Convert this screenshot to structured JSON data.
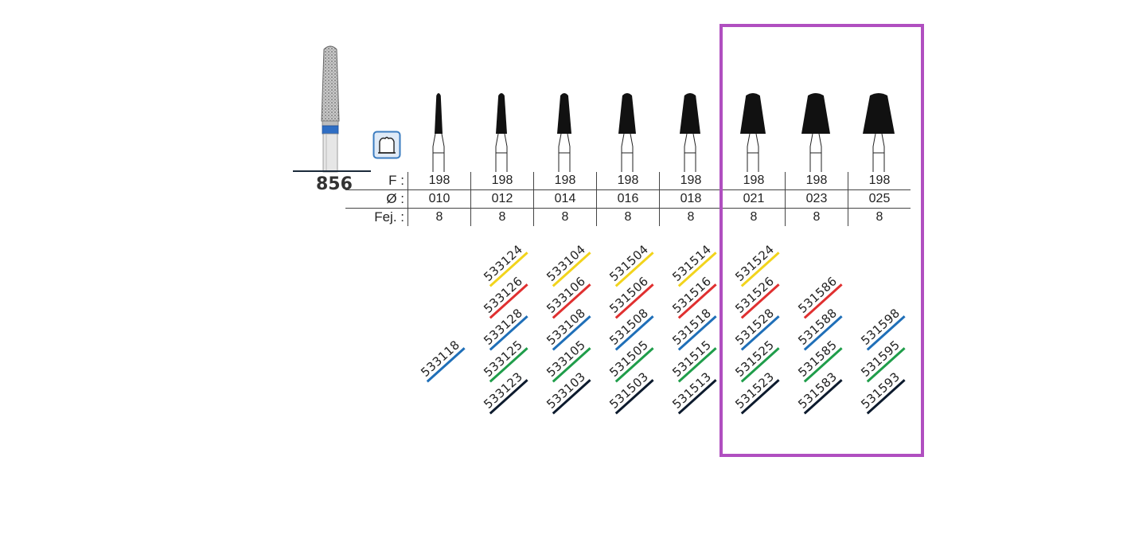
{
  "product": {
    "number": "856"
  },
  "icons": {
    "bur": "diamond-bur-icon",
    "crown": "crown-prep-icon"
  },
  "row_labels": {
    "f": "F :",
    "diameter": "Ø :",
    "fej": "Fej. :"
  },
  "columns": [
    {
      "f": "198",
      "diameter": "010",
      "fej": "8"
    },
    {
      "f": "198",
      "diameter": "012",
      "fej": "8"
    },
    {
      "f": "198",
      "diameter": "014",
      "fej": "8"
    },
    {
      "f": "198",
      "diameter": "016",
      "fej": "8"
    },
    {
      "f": "198",
      "diameter": "018",
      "fej": "8"
    },
    {
      "f": "198",
      "diameter": "021",
      "fej": "8"
    },
    {
      "f": "198",
      "diameter": "023",
      "fej": "8"
    },
    {
      "f": "198",
      "diameter": "025",
      "fej": "8"
    }
  ],
  "codes": [
    [
      null,
      null,
      null,
      {
        "text": "533118",
        "color": "#1f6fb8"
      },
      null,
      null
    ],
    [
      {
        "text": "533124",
        "color": "#f2d41c"
      },
      {
        "text": "533126",
        "color": "#e03030"
      },
      {
        "text": "533128",
        "color": "#1f6fb8"
      },
      {
        "text": "533125",
        "color": "#1f9d4a"
      },
      {
        "text": "533123",
        "color": "#0d1b2e"
      }
    ],
    [
      {
        "text": "533104",
        "color": "#f2d41c"
      },
      {
        "text": "533106",
        "color": "#e03030"
      },
      {
        "text": "533108",
        "color": "#1f6fb8"
      },
      {
        "text": "533105",
        "color": "#1f9d4a"
      },
      {
        "text": "533103",
        "color": "#0d1b2e"
      }
    ],
    [
      {
        "text": "531504",
        "color": "#f2d41c"
      },
      {
        "text": "531506",
        "color": "#e03030"
      },
      {
        "text": "531508",
        "color": "#1f6fb8"
      },
      {
        "text": "531505",
        "color": "#1f9d4a"
      },
      {
        "text": "531503",
        "color": "#0d1b2e"
      }
    ],
    [
      {
        "text": "531514",
        "color": "#f2d41c"
      },
      {
        "text": "531516",
        "color": "#e03030"
      },
      {
        "text": "531518",
        "color": "#1f6fb8"
      },
      {
        "text": "531515",
        "color": "#1f9d4a"
      },
      {
        "text": "531513",
        "color": "#0d1b2e"
      }
    ],
    [
      {
        "text": "531524",
        "color": "#f2d41c"
      },
      {
        "text": "531526",
        "color": "#e03030"
      },
      {
        "text": "531528",
        "color": "#1f6fb8"
      },
      {
        "text": "531525",
        "color": "#1f9d4a"
      },
      {
        "text": "531523",
        "color": "#0d1b2e"
      }
    ],
    [
      null,
      {
        "text": "531586",
        "color": "#e03030"
      },
      {
        "text": "531588",
        "color": "#1f6fb8"
      },
      {
        "text": "531585",
        "color": "#1f9d4a"
      },
      {
        "text": "531583",
        "color": "#0d1b2e"
      }
    ],
    [
      null,
      null,
      {
        "text": "531598",
        "color": "#1f6fb8"
      },
      {
        "text": "531595",
        "color": "#1f9d4a"
      },
      {
        "text": "531593",
        "color": "#0d1b2e"
      }
    ]
  ],
  "highlight": {
    "color": "#b04fc0"
  }
}
